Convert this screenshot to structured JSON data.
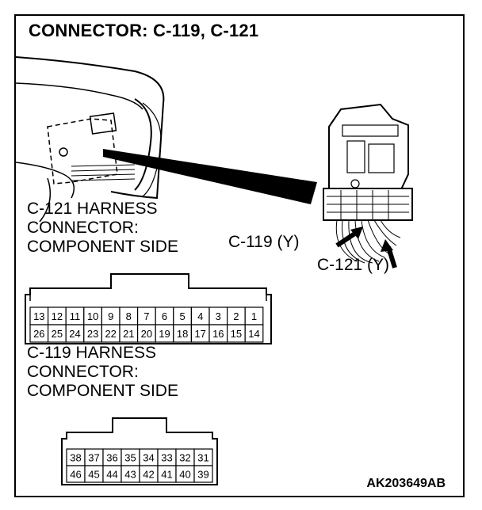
{
  "title": "CONNECTOR: C-119, C-121",
  "labels": {
    "c121_y": "C-121 (Y)",
    "c119_y": "C-119 (Y)"
  },
  "c121": {
    "heading": [
      "C-121 HARNESS",
      "CONNECTOR:",
      "COMPONENT SIDE"
    ],
    "top_row": [
      "13",
      "12",
      "11",
      "10",
      "9",
      "8",
      "7",
      "6",
      "5",
      "4",
      "3",
      "2",
      "1"
    ],
    "bottom_row": [
      "26",
      "25",
      "24",
      "23",
      "22",
      "21",
      "20",
      "19",
      "18",
      "17",
      "16",
      "15",
      "14"
    ]
  },
  "c119": {
    "heading": [
      "C-119 HARNESS",
      "CONNECTOR:",
      "COMPONENT SIDE"
    ],
    "top_row": [
      "38",
      "37",
      "36",
      "35",
      "34",
      "33",
      "32",
      "31"
    ],
    "bottom_row": [
      "46",
      "45",
      "44",
      "43",
      "42",
      "41",
      "40",
      "39"
    ]
  },
  "figure_code": "AK203649AB"
}
